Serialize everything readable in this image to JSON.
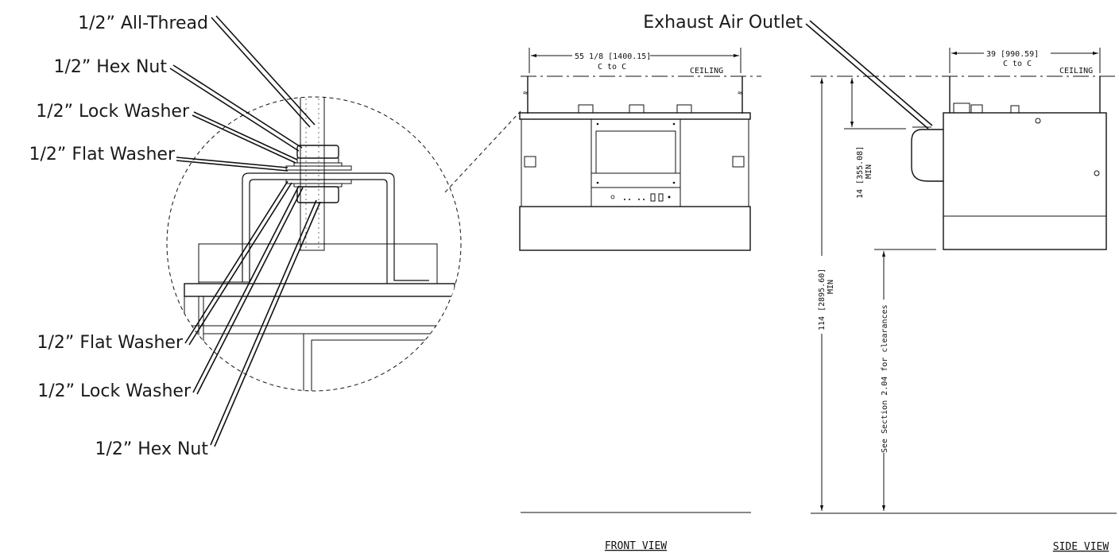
{
  "callouts_left": {
    "all_thread": "1/2” All-Thread",
    "hex_nut_top": "1/2” Hex Nut",
    "lock_washer_top": "1/2” Lock Washer",
    "flat_washer_top": "1/2” Flat Washer",
    "flat_washer_bottom": "1/2” Flat Washer",
    "lock_washer_bottom": "1/2” Lock Washer",
    "hex_nut_bottom": "1/2” Hex Nut"
  },
  "callout_exhaust": "Exhaust Air Outlet",
  "front_view": {
    "label": "FRONT VIEW",
    "width_dim": "55 1/8 [1400.15]",
    "width_dim_sub": "C to C",
    "ceiling": "CEILING"
  },
  "side_view": {
    "label": "SIDE VIEW",
    "width_dim": "39 [990.59]",
    "width_dim_sub": "C to C",
    "ceiling": "CEILING",
    "height_min_dim": "14 [355.08]",
    "height_min_sub": "MIN",
    "floor_dim": "114 [2895.60]",
    "floor_dim_sub": "MIN",
    "clearance_note": "See Section 2.04 for clearances"
  }
}
